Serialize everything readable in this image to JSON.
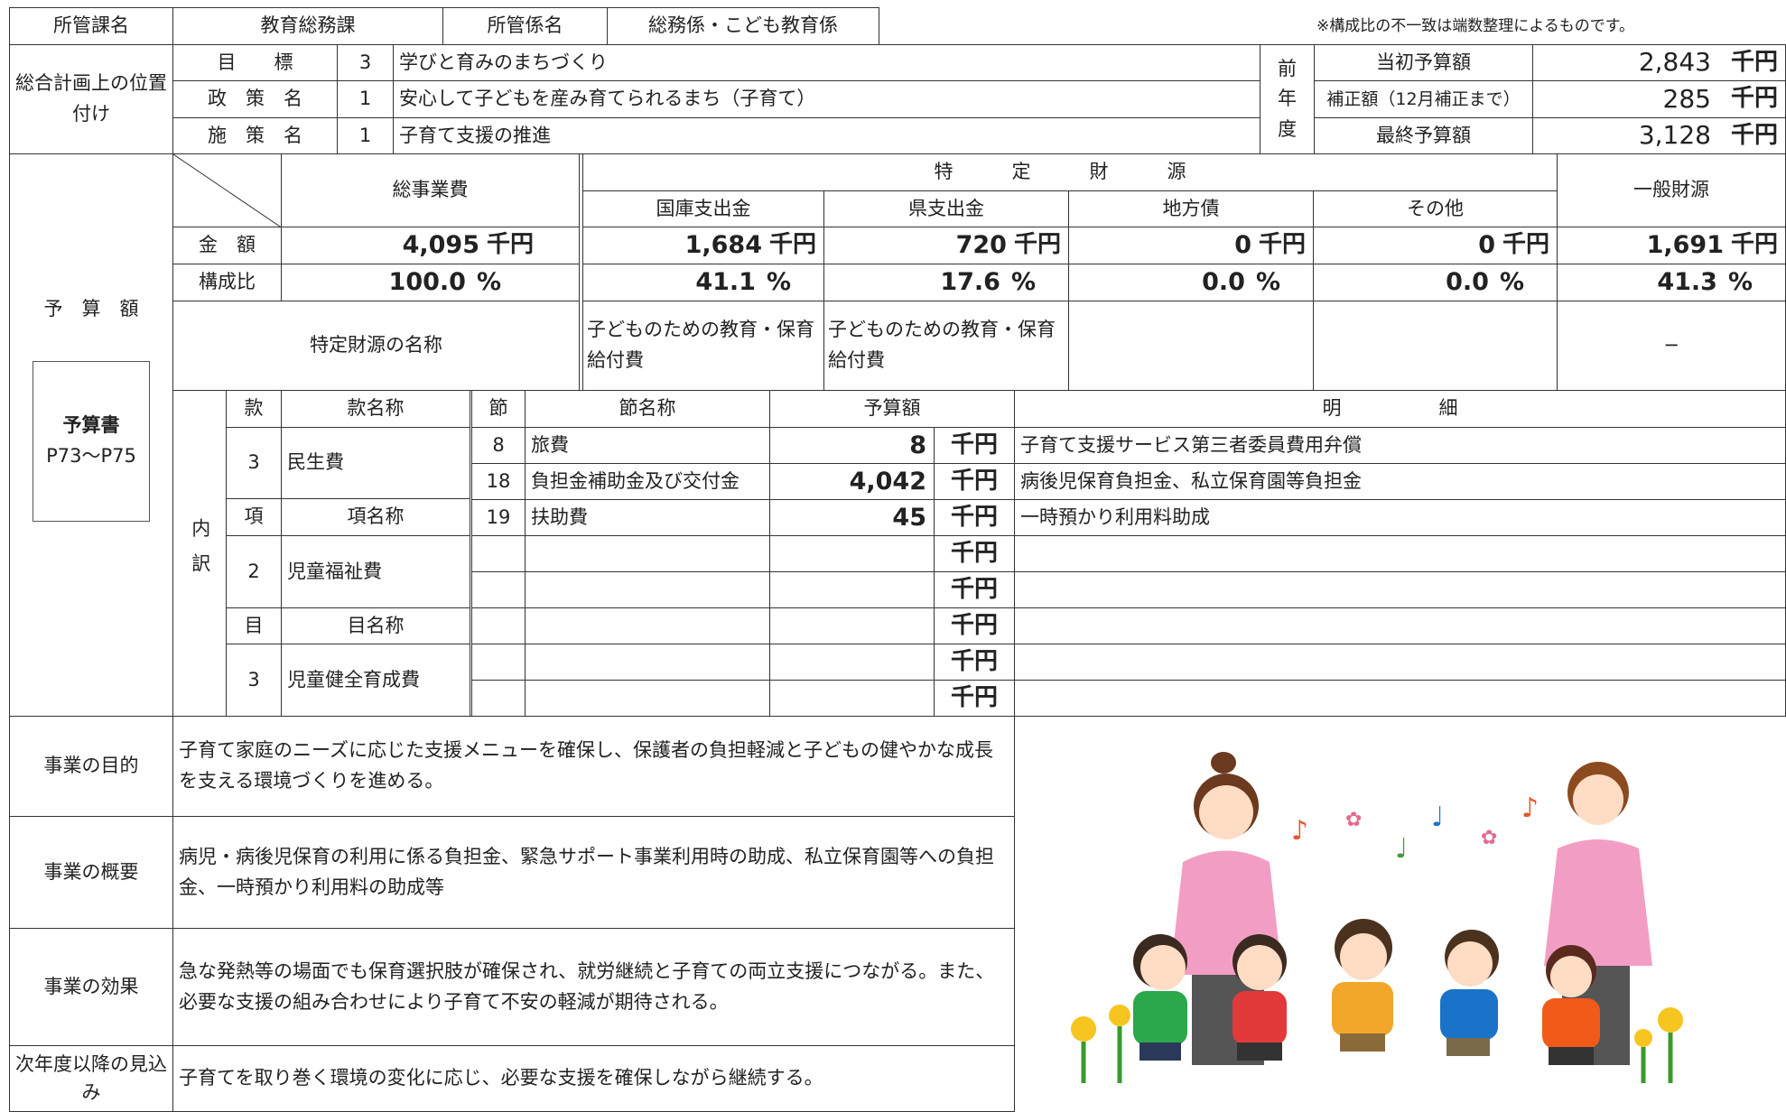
{
  "header": {
    "dept_label": "所管課名",
    "dept_value": "教育総務課",
    "section_label": "所管係名",
    "section_value": "総務係・こども教育係",
    "note": "※構成比の不一致は端数整理によるものです。"
  },
  "plan": {
    "label": "総合計画上の位置付け",
    "rows": [
      {
        "label": "目　　標",
        "num": "3",
        "text": "学びと育みのまちづくり"
      },
      {
        "label": "政　策　名",
        "num": "1",
        "text": "安心して子どもを産み育てられるまち（子育て）"
      },
      {
        "label": "施　策　名",
        "num": "1",
        "text": "子育て支援の推進"
      }
    ]
  },
  "prev_year": {
    "label": "前年度",
    "rows": [
      {
        "label": "当初予算額",
        "value": "2,843",
        "unit": "千円"
      },
      {
        "label": "補正額（12月補正まで）",
        "value": "285",
        "unit": "千円"
      },
      {
        "label": "最終予算額",
        "value": "3,128",
        "unit": "千円"
      }
    ]
  },
  "budget": {
    "label": "予　算　額",
    "book_label": "予算書",
    "book_pages": "P73〜P75",
    "total_label": "総事業費",
    "specific_label": "特　定　財　源",
    "general_label": "一般財源",
    "cols": [
      "国庫支出金",
      "県支出金",
      "地方債",
      "その他"
    ],
    "amount_label": "金　額",
    "ratio_label": "構成比",
    "total_amount": "4,095",
    "total_ratio": "100.0",
    "amounts": [
      "1,684",
      "720",
      "0",
      "0"
    ],
    "ratios": [
      "41.1",
      "17.6",
      "0.0",
      "0.0"
    ],
    "general_amount": "1,691",
    "general_ratio": "41.3",
    "unit": "千円",
    "pct": "%",
    "source_name_label": "特定財源の名称",
    "source_names": [
      "子どものための教育・保育給付費",
      "子どものための教育・保育給付費",
      "",
      "",
      ""
    ],
    "general_source_name": "−"
  },
  "breakdown": {
    "label": "内訳",
    "kan_label": "款",
    "kan_name_label": "款名称",
    "kan_num": "3",
    "kan_name": "民生費",
    "kou_label": "項",
    "kou_name_label": "項名称",
    "kou_num": "2",
    "kou_name": "児童福祉費",
    "moku_label": "目",
    "moku_name_label": "目名称",
    "moku_num": "3",
    "moku_name": "児童健全育成費",
    "setsu_label": "節",
    "setsu_name_label": "節名称",
    "amount_label": "予算額",
    "detail_label": "明　　細",
    "unit": "千円",
    "rows": [
      {
        "num": "8",
        "name": "旅費",
        "amount": "8",
        "detail": "子育て支援サービス第三者委員費用弁償"
      },
      {
        "num": "18",
        "name": "負担金補助金及び交付金",
        "amount": "4,042",
        "detail": "病後児保育負担金、私立保育園等負担金"
      },
      {
        "num": "19",
        "name": "扶助費",
        "amount": "45",
        "detail": "一時預かり利用料助成"
      },
      {
        "num": "",
        "name": "",
        "amount": "",
        "detail": ""
      },
      {
        "num": "",
        "name": "",
        "amount": "",
        "detail": ""
      },
      {
        "num": "",
        "name": "",
        "amount": "",
        "detail": ""
      },
      {
        "num": "",
        "name": "",
        "amount": "",
        "detail": ""
      },
      {
        "num": "",
        "name": "",
        "amount": "",
        "detail": ""
      }
    ]
  },
  "project": {
    "purpose_label": "事業の目的",
    "purpose": "子育て家庭のニーズに応じた支援メニューを確保し、保護者の負担軽減と子どもの健やかな成長を支える環境づくりを進める。",
    "overview_label": "事業の概要",
    "overview": "病児・病後児保育の利用に係る負担金、緊急サポート事業利用時の助成、私立保育園等への負担金、一時預かり利用料の助成等",
    "effect_label": "事業の効果",
    "effect": "急な発熱等の場面でも保育選択肢が確保され、就労継続と子育ての両立支援につながる。また、必要な支援の組み合わせにより子育て不安の軽減が期待される。",
    "future_label": "次年度以降の見込み",
    "future": "子育てを取り巻く環境の変化に応じ、必要な支援を確保しながら継続する。"
  },
  "illustration": {
    "name": "teachers-and-children-illustration"
  }
}
